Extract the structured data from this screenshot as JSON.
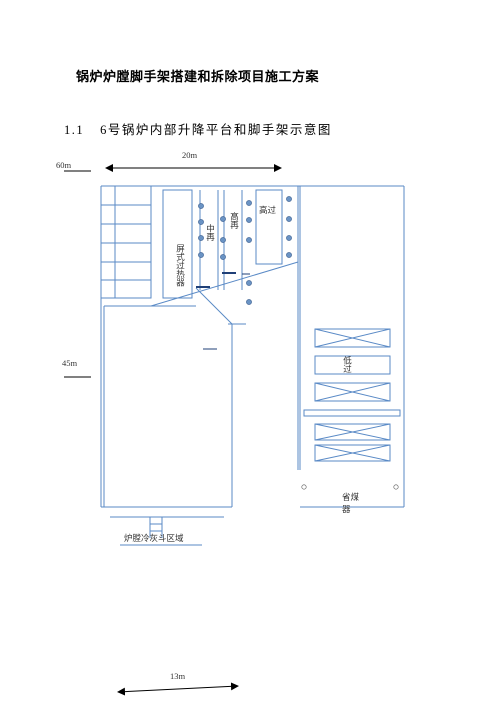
{
  "document": {
    "title": "锅炉炉膛脚手架搭建和拆除项目施工方案",
    "section_number": "1.1",
    "section_title": "6号锅炉内部升降平台和脚手架示意图"
  },
  "diagram": {
    "dim_top": "20m",
    "elev_top": "60m",
    "elev_mid": "45m",
    "dim_bottom": "13m",
    "label_panel_superheater": "屏式过热器",
    "label_mid_reheater": "中再",
    "label_high_reheater": "高再",
    "label_high_superheater": "高过",
    "label_low_superheater": "低过",
    "label_economizer": "省煤器",
    "label_cold_ash_hopper": "炉膛冷灰斗区域",
    "line_color": "#5a8ac6",
    "dot_color": "#6a93c4"
  }
}
